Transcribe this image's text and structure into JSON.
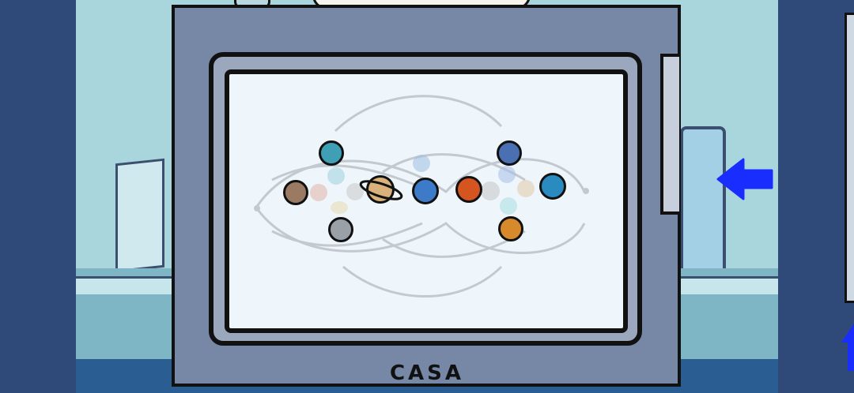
{
  "monitor": {
    "brand_label": "CASA"
  },
  "navigation": {
    "arrow_direction": "left"
  },
  "planets": [
    {
      "name": "pluto",
      "color": "#9b7a64"
    },
    {
      "name": "uranus",
      "color": "#3f9fb4"
    },
    {
      "name": "jupiter",
      "color": "#9aa0a7"
    },
    {
      "name": "saturn",
      "color": "#d8b27a"
    },
    {
      "name": "neptune",
      "color": "#3d7bc8"
    },
    {
      "name": "mars",
      "color": "#d4551f"
    },
    {
      "name": "neptune-dark",
      "color": "#4a6fb3"
    },
    {
      "name": "venus",
      "color": "#d68a2c"
    },
    {
      "name": "earth",
      "color": "#2a8bc1"
    }
  ]
}
